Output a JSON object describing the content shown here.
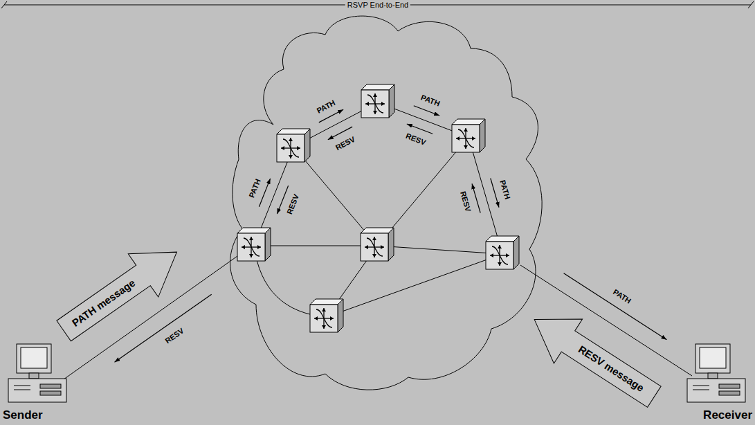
{
  "diagram": {
    "title": "RSVP End-to-End",
    "nodes": [
      {
        "text": [
          "Sender"
        ]
      },
      {
        "text": [
          "Receiver"
        ]
      }
    ],
    "labels": [
      "PATH message",
      "RESV message",
      "PATH",
      "RESV",
      "PATH",
      "RESV",
      "PATH",
      "RESV",
      "PATH",
      "RESV",
      "RESV",
      "PATH"
    ]
  }
}
